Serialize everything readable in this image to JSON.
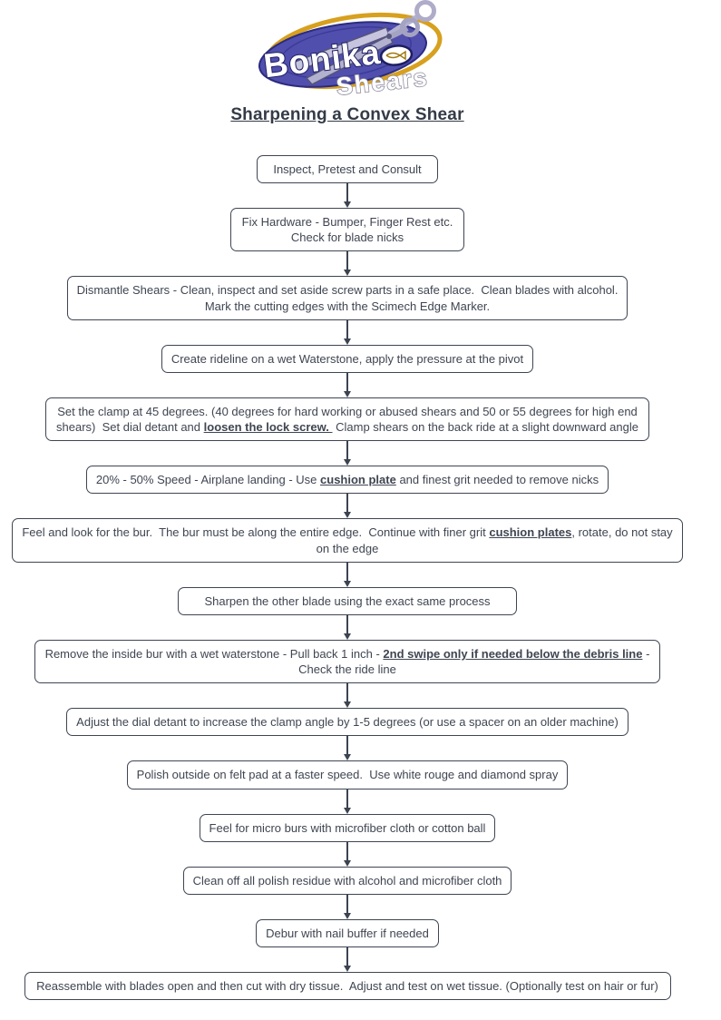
{
  "brand": {
    "logo_text_primary": "Bonika",
    "logo_text_secondary": "Shears",
    "colors": {
      "oval_blue": "#504fae",
      "oval_outline_navy": "#23236f",
      "ring_gold": "#d7a01e",
      "scissors_silver": "#bdbbd9"
    }
  },
  "title": "Sharpening a Convex Shear",
  "flowchart": {
    "style": {
      "border_color": "#3e4552",
      "text_color": "#3f4551",
      "arrow_color": "#3c4350"
    },
    "steps": [
      {
        "lines": [
          [
            {
              "t": "Inspect, Pretest and Consult"
            }
          ]
        ]
      },
      {
        "lines": [
          [
            {
              "t": "Fix Hardware - Bumper, Finger Rest etc."
            }
          ],
          [
            {
              "t": "Check for blade nicks"
            }
          ]
        ]
      },
      {
        "lines": [
          [
            {
              "t": "Dismantle Shears - Clean, inspect and set aside screw parts in a safe place.  Clean blades with alcohol."
            }
          ],
          [
            {
              "t": "Mark the cutting edges with the Scimech Edge Marker."
            }
          ]
        ]
      },
      {
        "lines": [
          [
            {
              "t": "Create rideline on a wet Waterstone, apply the pressure at the pivot"
            }
          ]
        ]
      },
      {
        "lines": [
          [
            {
              "t": "Set the clamp at 45 degrees. (40 degrees for hard working or abused shears and 50 or 55 degrees for high end"
            }
          ],
          [
            {
              "t": "shears)  Set dial detant and "
            },
            {
              "t": "loosen the lock screw. ",
              "e": true
            },
            {
              "t": " Clamp shears on the back ride at a slight downward angle"
            }
          ]
        ]
      },
      {
        "lines": [
          [
            {
              "t": "20% - 50% Speed - Airplane landing - Use "
            },
            {
              "t": "cushion plate",
              "e": true
            },
            {
              "t": " and finest grit needed to remove nicks"
            }
          ]
        ]
      },
      {
        "lines": [
          [
            {
              "t": "Feel and look for the bur.  The bur must be along the entire edge.  Continue with finer grit "
            },
            {
              "t": "cushion plates",
              "e": true
            },
            {
              "t": ", rotate, do not stay"
            }
          ],
          [
            {
              "t": "on the edge"
            }
          ]
        ]
      },
      {
        "lines": [
          [
            {
              "t": "Sharpen the other blade using the exact same process"
            }
          ]
        ]
      },
      {
        "lines": [
          [
            {
              "t": "Remove the inside bur with a wet waterstone - Pull back 1 inch - "
            },
            {
              "t": "2nd swipe only if needed below the debris line",
              "e": true
            },
            {
              "t": " -"
            }
          ],
          [
            {
              "t": "Check the ride line"
            }
          ]
        ]
      },
      {
        "lines": [
          [
            {
              "t": "Adjust the dial detant to increase the clamp angle by 1-5 degrees (or use a spacer on an older machine)"
            }
          ]
        ]
      },
      {
        "lines": [
          [
            {
              "t": "Polish outside on felt pad at a faster speed.  Use white rouge and diamond spray"
            }
          ]
        ]
      },
      {
        "lines": [
          [
            {
              "t": "Feel for micro burs with microfiber cloth or cotton ball"
            }
          ]
        ]
      },
      {
        "lines": [
          [
            {
              "t": "Clean off all polish residue with alcohol and microfiber cloth"
            }
          ]
        ]
      },
      {
        "lines": [
          [
            {
              "t": "Debur with nail buffer if needed"
            }
          ]
        ]
      },
      {
        "lines": [
          [
            {
              "t": "Reassemble with blades open and then cut with dry tissue.  Adjust and test on wet tissue. (Optionally test on hair or fur)"
            }
          ]
        ]
      }
    ]
  }
}
